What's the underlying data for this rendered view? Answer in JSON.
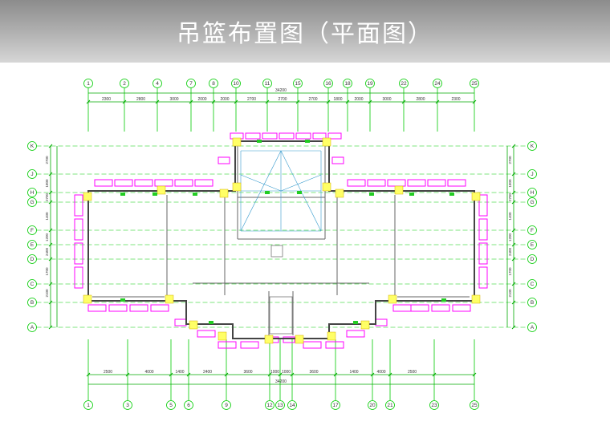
{
  "title": "吊篮布置图（平面图）",
  "colors": {
    "axis": "#00cc00",
    "wall": "#444444",
    "basket": "#ff00ff",
    "anchor": "#ffff66",
    "dimension": "#00aa00",
    "roof": "#3399cc"
  },
  "top_axes": [
    "1",
    "2",
    "4",
    "7",
    "8",
    "10",
    "11",
    "15",
    "16",
    "18",
    "19",
    "22",
    "24",
    "25"
  ],
  "top_dims": [
    "2300",
    "2800",
    "3000",
    "2000",
    "2000",
    "2700",
    "2700",
    "2700",
    "1800",
    "2000",
    "3000",
    "2800",
    "2300"
  ],
  "total_dim": "34200",
  "bottom_axes": [
    "1",
    "3",
    "5",
    "6",
    "9",
    "12",
    "13",
    "14",
    "17",
    "20",
    "21",
    "23",
    "25"
  ],
  "bottom_dims": [
    "2500",
    "4000",
    "1400",
    "2400",
    "3600",
    "1000",
    "1000",
    "3600",
    "1400",
    "4000",
    "2500"
  ],
  "row_axes": [
    "K",
    "J",
    "H",
    "G",
    "F",
    "E",
    "D",
    "C",
    "B",
    "A"
  ],
  "left_dims": [
    "2700",
    "1800",
    "2700",
    "1400",
    "1200",
    "2400",
    "1700",
    "2100"
  ],
  "right_dims": [
    "2700",
    "1800",
    "2700",
    "1400",
    "1200",
    "2400",
    "1700",
    "2100"
  ]
}
